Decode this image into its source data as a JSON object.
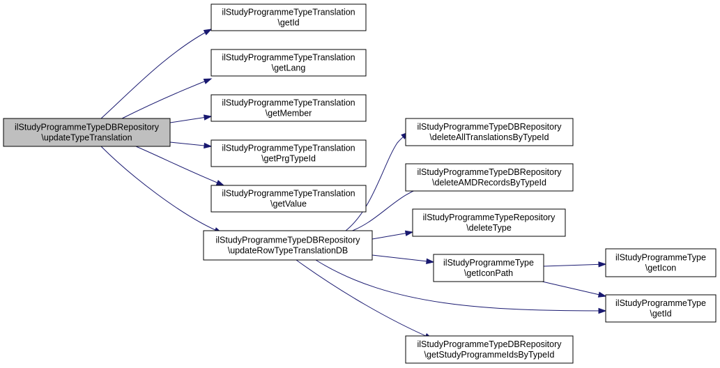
{
  "nodes": [
    {
      "id": "root",
      "lines": [
        "ilStudyProgrammeTypeDBRepository",
        "\\updateTypeTranslation"
      ],
      "highlight": true
    },
    {
      "id": "t_getId",
      "lines": [
        "ilStudyProgrammeTypeTranslation",
        "\\getId"
      ]
    },
    {
      "id": "t_getLang",
      "lines": [
        "ilStudyProgrammeTypeTranslation",
        "\\getLang"
      ]
    },
    {
      "id": "t_getMember",
      "lines": [
        "ilStudyProgrammeTypeTranslation",
        "\\getMember"
      ]
    },
    {
      "id": "t_getPrgTypeId",
      "lines": [
        "ilStudyProgrammeTypeTranslation",
        "\\getPrgTypeId"
      ]
    },
    {
      "id": "t_getValue",
      "lines": [
        "ilStudyProgrammeTypeTranslation",
        "\\getValue"
      ]
    },
    {
      "id": "updRow",
      "lines": [
        "ilStudyProgrammeTypeDBRepository",
        "\\updateRowTypeTranslationDB"
      ]
    },
    {
      "id": "delAllTr",
      "lines": [
        "ilStudyProgrammeTypeDBRepository",
        "\\deleteAllTranslationsByTypeId"
      ]
    },
    {
      "id": "delAMD",
      "lines": [
        "ilStudyProgrammeTypeDBRepository",
        "\\deleteAMDRecordsByTypeId"
      ]
    },
    {
      "id": "delType",
      "lines": [
        "ilStudyProgrammeTypeRepository",
        "\\deleteType"
      ]
    },
    {
      "id": "getIconPath",
      "lines": [
        "ilStudyProgrammeType",
        "\\getIconPath"
      ]
    },
    {
      "id": "getSPIds",
      "lines": [
        "ilStudyProgrammeTypeDBRepository",
        "\\getStudyProgrammeIdsByTypeId"
      ]
    },
    {
      "id": "getIcon",
      "lines": [
        "ilStudyProgrammeType",
        "\\getIcon"
      ]
    },
    {
      "id": "pt_getId",
      "lines": [
        "ilStudyProgrammeType",
        "\\getId"
      ]
    }
  ],
  "edges": [
    {
      "from": "root",
      "to": "t_getId"
    },
    {
      "from": "root",
      "to": "t_getLang"
    },
    {
      "from": "root",
      "to": "t_getMember"
    },
    {
      "from": "root",
      "to": "t_getPrgTypeId"
    },
    {
      "from": "root",
      "to": "t_getValue"
    },
    {
      "from": "root",
      "to": "updRow"
    },
    {
      "from": "updRow",
      "to": "delAllTr"
    },
    {
      "from": "updRow",
      "to": "delAMD"
    },
    {
      "from": "updRow",
      "to": "delType"
    },
    {
      "from": "updRow",
      "to": "getIconPath"
    },
    {
      "from": "updRow",
      "to": "pt_getId"
    },
    {
      "from": "updRow",
      "to": "getSPIds"
    },
    {
      "from": "getIconPath",
      "to": "getIcon"
    },
    {
      "from": "getIconPath",
      "to": "pt_getId"
    }
  ]
}
